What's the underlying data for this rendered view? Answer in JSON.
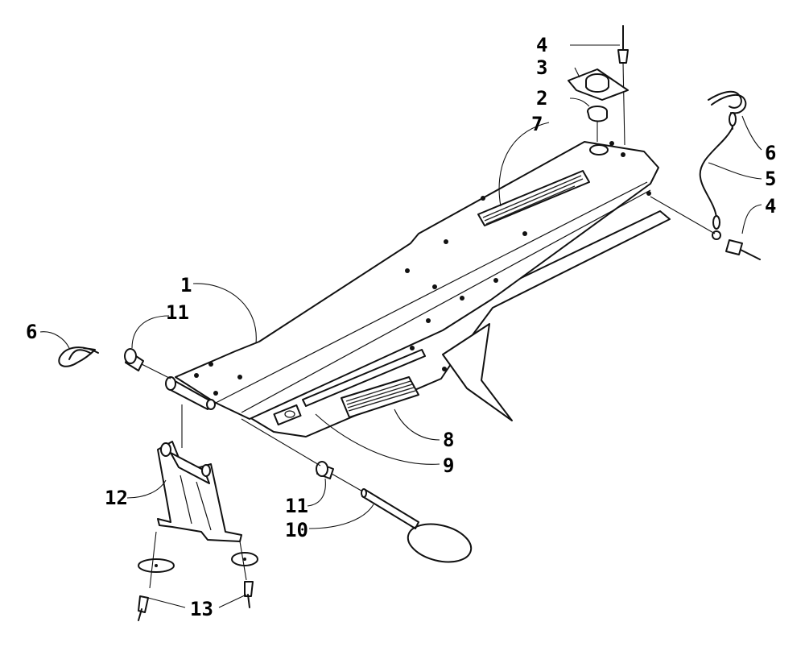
{
  "callouts": [
    {
      "id": "c4a",
      "text": "4"
    },
    {
      "id": "c3",
      "text": "3"
    },
    {
      "id": "c2",
      "text": "2"
    },
    {
      "id": "c7",
      "text": "7"
    },
    {
      "id": "c6a",
      "text": "6"
    },
    {
      "id": "c5",
      "text": "5"
    },
    {
      "id": "c4b",
      "text": "4"
    },
    {
      "id": "c1",
      "text": "1"
    },
    {
      "id": "c11a",
      "text": "11"
    },
    {
      "id": "c6b",
      "text": "6"
    },
    {
      "id": "c8",
      "text": "8"
    },
    {
      "id": "c9",
      "text": "9"
    },
    {
      "id": "c12",
      "text": "12"
    },
    {
      "id": "c11b",
      "text": "11"
    },
    {
      "id": "c10",
      "text": "10"
    },
    {
      "id": "c13",
      "text": "13"
    }
  ]
}
